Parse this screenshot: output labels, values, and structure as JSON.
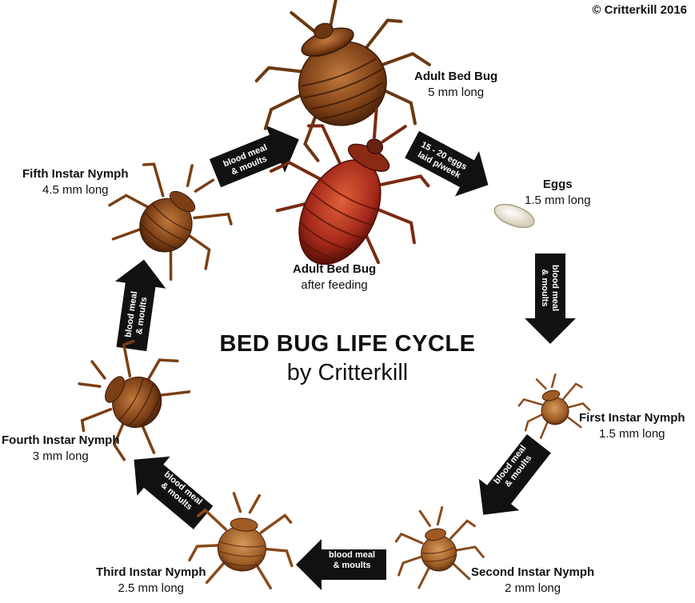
{
  "copyright": "© Critterkill 2016",
  "title": "BED BUG LIFE CYCLE",
  "subtitle": "by Critterkill",
  "stages": {
    "adult": {
      "name": "Adult Bed Bug",
      "size": "5 mm long"
    },
    "adult_fed": {
      "name": "Adult Bed Bug",
      "size": "after feeding"
    },
    "eggs": {
      "name": "Eggs",
      "size": "1.5 mm long"
    },
    "first": {
      "name": "First Instar Nymph",
      "size": "1.5 mm long"
    },
    "second": {
      "name": "Second Instar Nymph",
      "size": "2 mm long"
    },
    "third": {
      "name": "Third Instar Nymph",
      "size": "2.5 mm long"
    },
    "fourth": {
      "name": "Fourth Instar Nymph",
      "size": "3 mm long"
    },
    "fifth": {
      "name": "Fifth Instar Nymph",
      "size": "4.5 mm long"
    }
  },
  "arrows": {
    "eggs_laid": [
      "15 - 20 eggs",
      "laid p/week"
    ],
    "moult_1": [
      "blood meal",
      "& moults"
    ],
    "moult_2": [
      "blood meal",
      "& moults"
    ],
    "moult_3": [
      "blood meal",
      "& moults"
    ],
    "moult_4": [
      "blood meal",
      "& moults"
    ],
    "moult_5": [
      "blood meal",
      "& moults"
    ],
    "moult_6": [
      "blood meal",
      "& moults"
    ]
  },
  "colors": {
    "arrow": "#111111",
    "bug_brown": "#8a4a1c",
    "bug_fed": "#a82e1a",
    "egg": "#efe8d2"
  }
}
